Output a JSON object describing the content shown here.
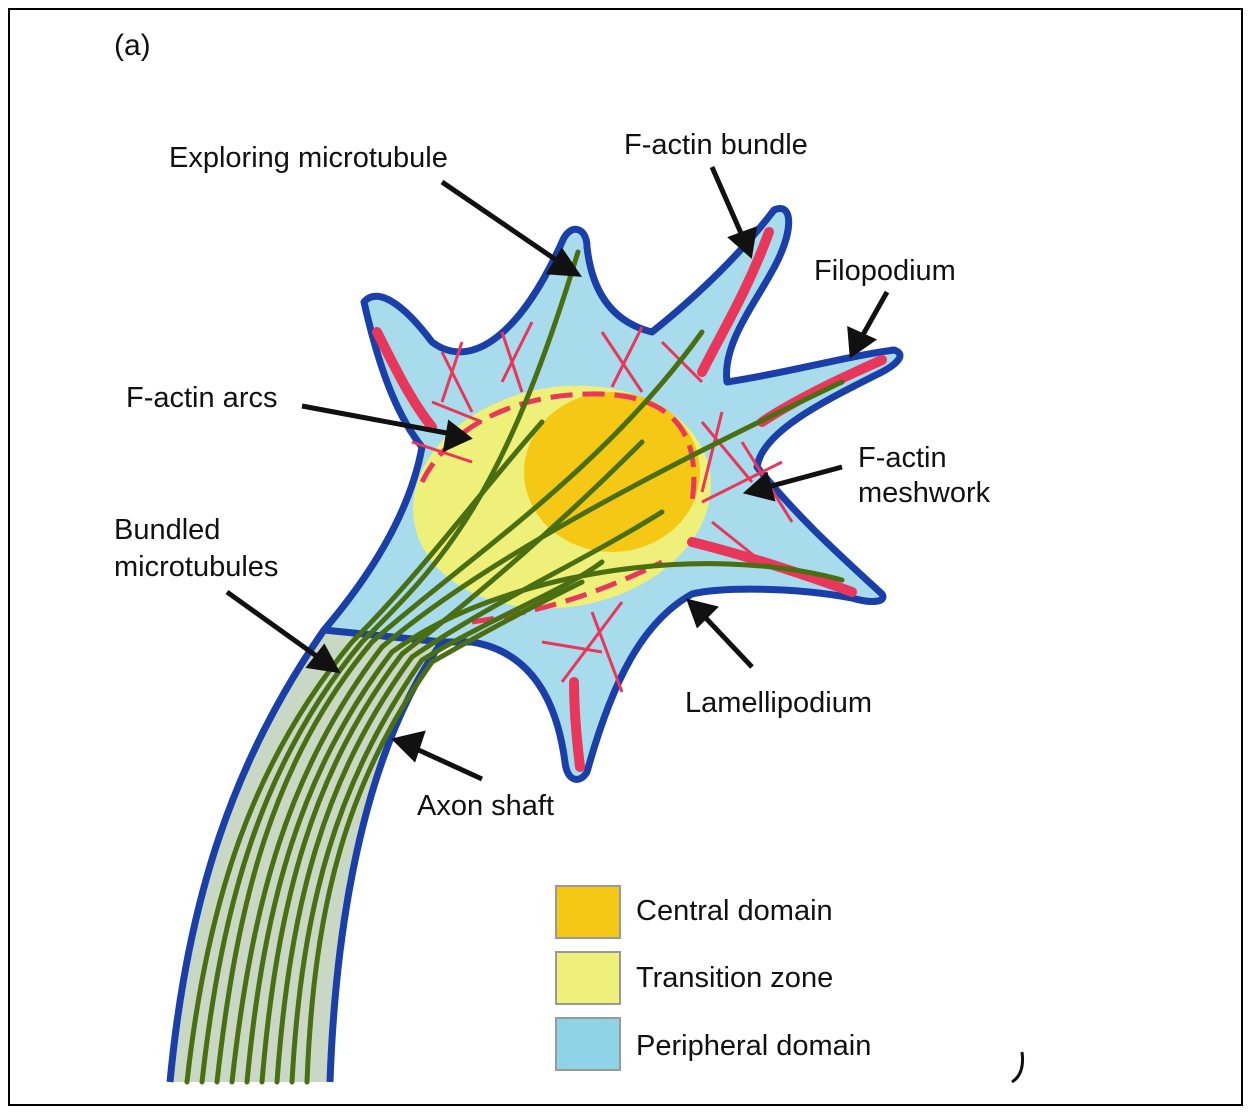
{
  "panel_label": "(a)",
  "labels": {
    "exploring_microtubule": "Exploring microtubule",
    "f_actin_bundle": "F-actin bundle",
    "filopodium": "Filopodium",
    "f_actin_arcs": "F-actin arcs",
    "f_actin_meshwork_line1": "F-actin",
    "f_actin_meshwork_line2": "meshwork",
    "bundled_microtubules_line1": "Bundled",
    "bundled_microtubules_line2": "microtubules",
    "lamellipodium": "Lamellipodium",
    "axon_shaft": "Axon shaft"
  },
  "legend": [
    {
      "label": "Central domain",
      "color": "#f5c816"
    },
    {
      "label": "Transition zone",
      "color": "#eef07a"
    },
    {
      "label": "Peripheral domain",
      "color": "#8fd4e6"
    }
  ],
  "colors": {
    "membrane": "#1b3fa8",
    "peripheral": "#a8dcec",
    "transition": "#eef07a",
    "central": "#f5c816",
    "actin": "#e8375a",
    "microtubule": "#4a6e12",
    "axon_fill": "#c8d8c4"
  }
}
